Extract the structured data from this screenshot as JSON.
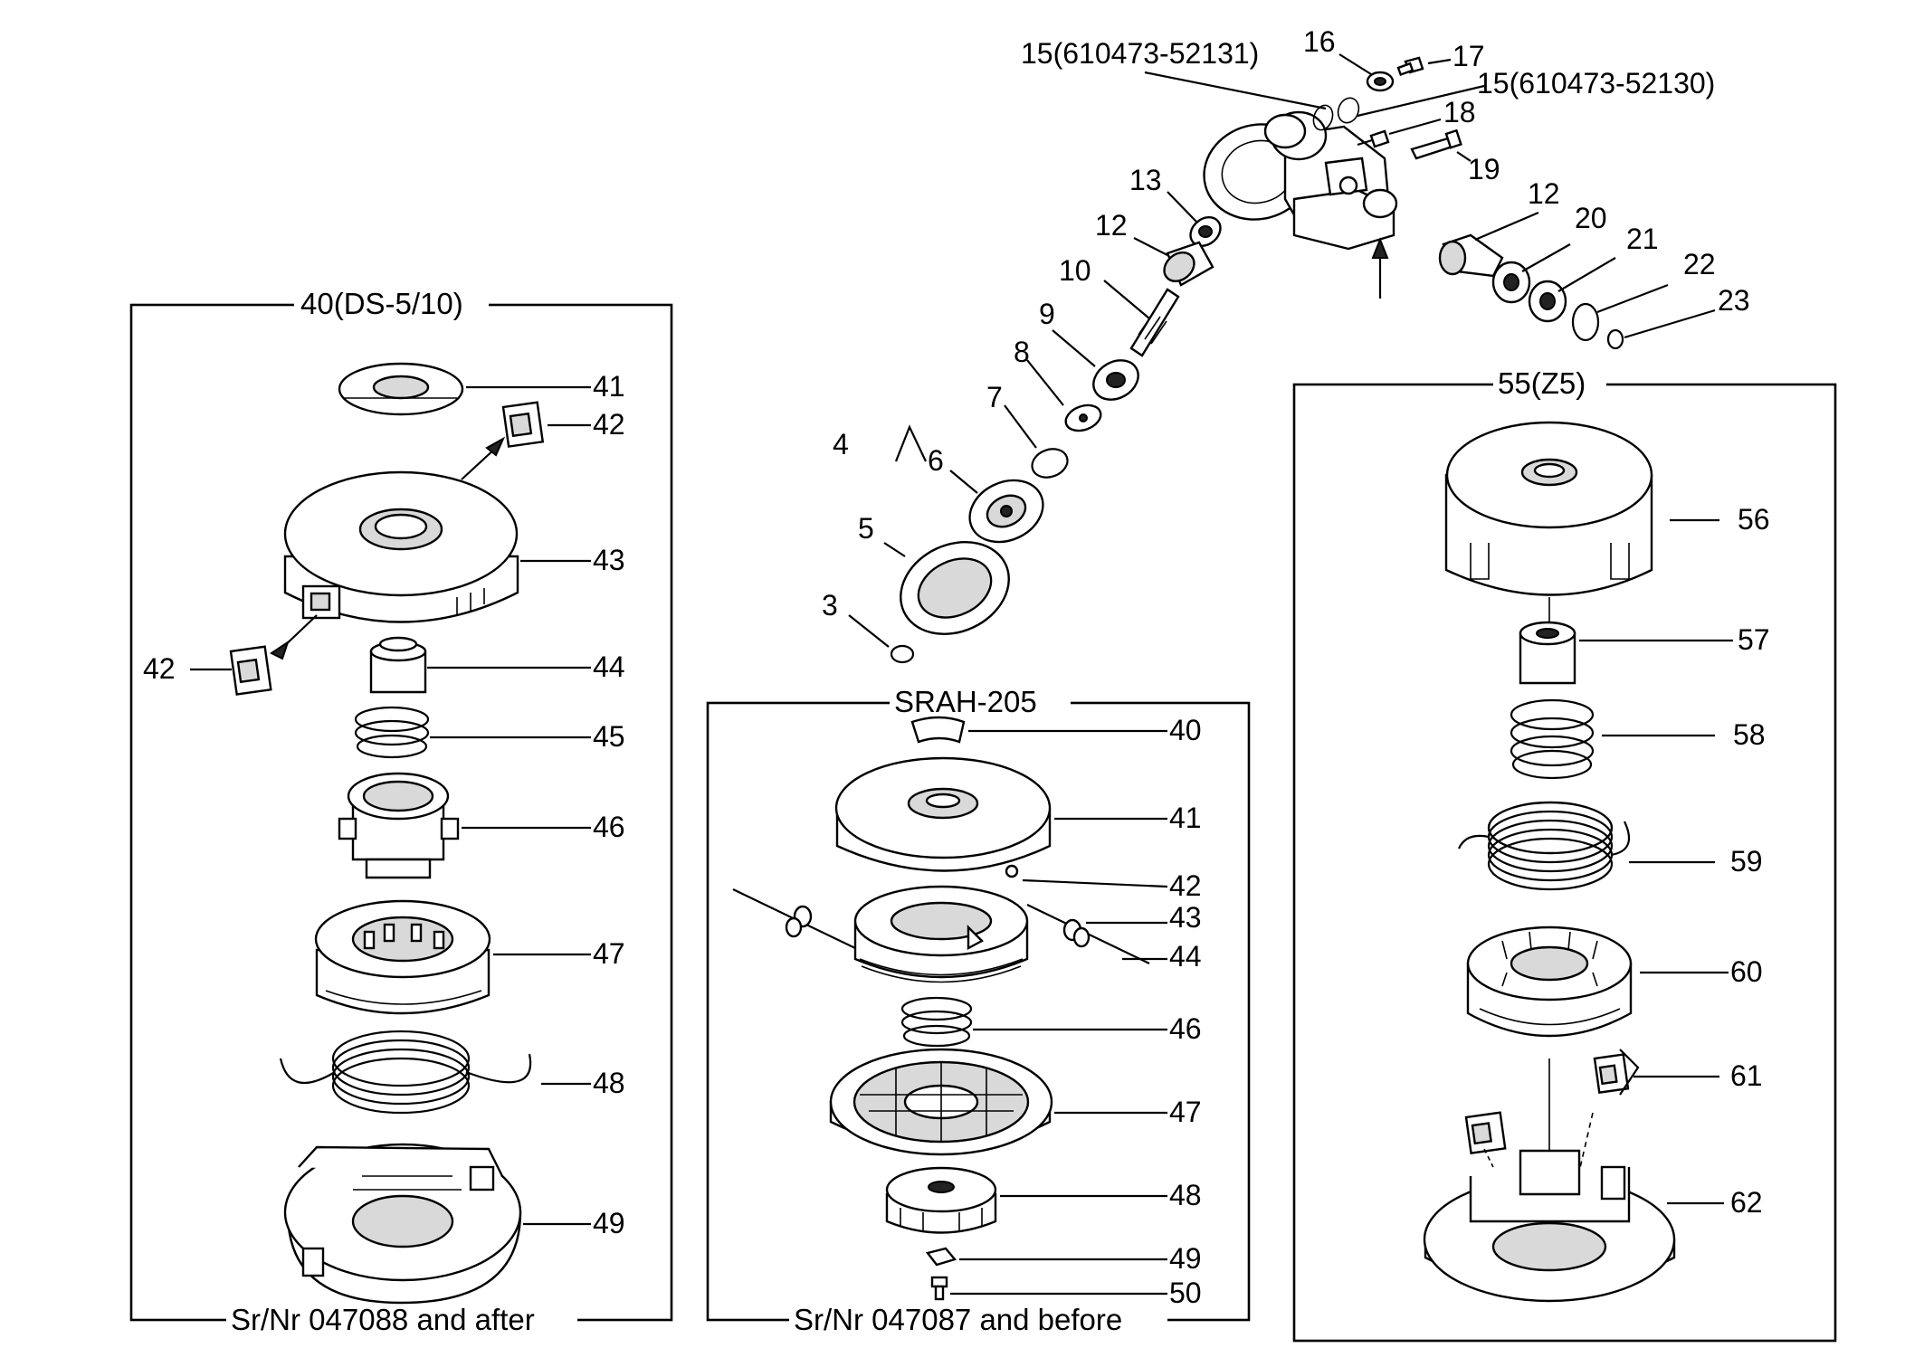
{
  "diagram": {
    "gearhead_labels": [
      {
        "id": "p15a",
        "text": "15(610473-52131)"
      },
      {
        "id": "p16",
        "text": "16"
      },
      {
        "id": "p17",
        "text": "17"
      },
      {
        "id": "p15b",
        "text": "15(610473-52130)"
      },
      {
        "id": "p18",
        "text": "18"
      },
      {
        "id": "p19",
        "text": "19"
      },
      {
        "id": "p13",
        "text": "13"
      },
      {
        "id": "p12a",
        "text": "12"
      },
      {
        "id": "p12b",
        "text": "12"
      },
      {
        "id": "p20",
        "text": "20"
      },
      {
        "id": "p21",
        "text": "21"
      },
      {
        "id": "p22",
        "text": "22"
      },
      {
        "id": "p23",
        "text": "23"
      },
      {
        "id": "p10",
        "text": "10"
      },
      {
        "id": "p9",
        "text": "9"
      },
      {
        "id": "p8",
        "text": "8"
      },
      {
        "id": "p7",
        "text": "7"
      },
      {
        "id": "p4",
        "text": "4"
      },
      {
        "id": "p6",
        "text": "6"
      },
      {
        "id": "p5",
        "text": "5"
      },
      {
        "id": "p3",
        "text": "3"
      }
    ],
    "boxes": {
      "ds": {
        "title": "40(DS-5/10)",
        "footer": "Sr/Nr 047088 and after",
        "labels": [
          "41",
          "42",
          "43",
          "42",
          "44",
          "45",
          "46",
          "47",
          "48",
          "49"
        ]
      },
      "srah": {
        "title": "SRAH-205",
        "footer": "Sr/Nr 047087 and before",
        "labels": [
          "40",
          "41",
          "42",
          "43",
          "44",
          "46",
          "47",
          "48",
          "49",
          "50"
        ]
      },
      "z5": {
        "title": "55(Z5)",
        "footer": "",
        "labels": [
          "56",
          "57",
          "58",
          "59",
          "60",
          "61",
          "62"
        ]
      }
    }
  }
}
